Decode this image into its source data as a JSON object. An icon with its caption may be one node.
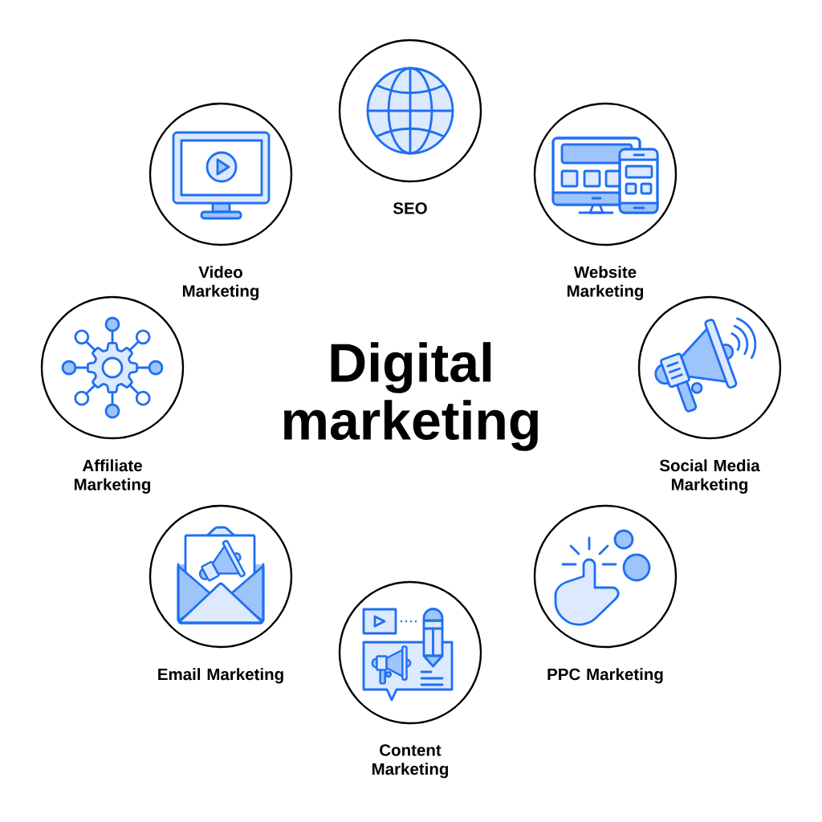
{
  "diagram": {
    "title": "Digital marketing",
    "nodes": [
      {
        "text": [
          "SEO"
        ]
      },
      {
        "text": [
          "Website Marketing"
        ]
      },
      {
        "text": [
          "Social Media Marketing"
        ]
      },
      {
        "text": [
          "PPC Marketing"
        ]
      },
      {
        "text": [
          "Content Marketing"
        ]
      },
      {
        "text": [
          "Email Marketing"
        ]
      },
      {
        "text": [
          "Affiliate Marketing"
        ]
      },
      {
        "text": [
          "Video Marketing"
        ]
      }
    ]
  }
}
